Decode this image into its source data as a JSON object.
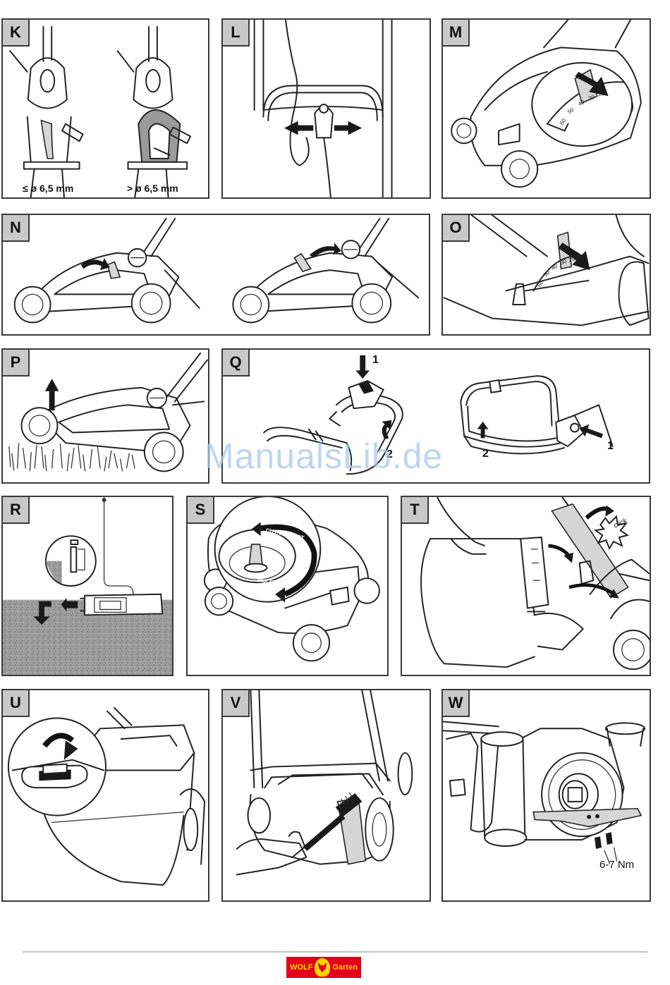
{
  "panels": {
    "K": {
      "tag": "K",
      "labels": [
        "≤ ø 6,5 mm",
        "> ø 6,5 mm"
      ]
    },
    "L": {
      "tag": "L"
    },
    "M": {
      "tag": "M",
      "scale": [
        "60",
        "50",
        "40",
        "30",
        "20"
      ]
    },
    "N": {
      "tag": "N"
    },
    "O": {
      "tag": "O",
      "scale": [
        "60",
        "50",
        "40",
        "30",
        "20"
      ]
    },
    "P": {
      "tag": "P"
    },
    "Q": {
      "tag": "Q",
      "steps": [
        "1",
        "2",
        "2",
        "1"
      ]
    },
    "R": {
      "tag": "R"
    },
    "S": {
      "tag": "S",
      "modes": [
        "CUT/COLLECT",
        "MULCH"
      ]
    },
    "T": {
      "tag": "T",
      "sound": "click"
    },
    "U": {
      "tag": "U"
    },
    "V": {
      "tag": "V"
    },
    "W": {
      "tag": "W",
      "torque": "6-7 Nm"
    }
  },
  "watermark": "ManualsLib.de",
  "logo": {
    "left": "WOLF",
    "right": "Garten"
  },
  "colors": {
    "tag_bg": "#c9c9c9",
    "border": "#3a3a3a",
    "logo_red": "#e3001b",
    "logo_yellow": "#ffd400",
    "watermark": "#a9c8ee"
  }
}
